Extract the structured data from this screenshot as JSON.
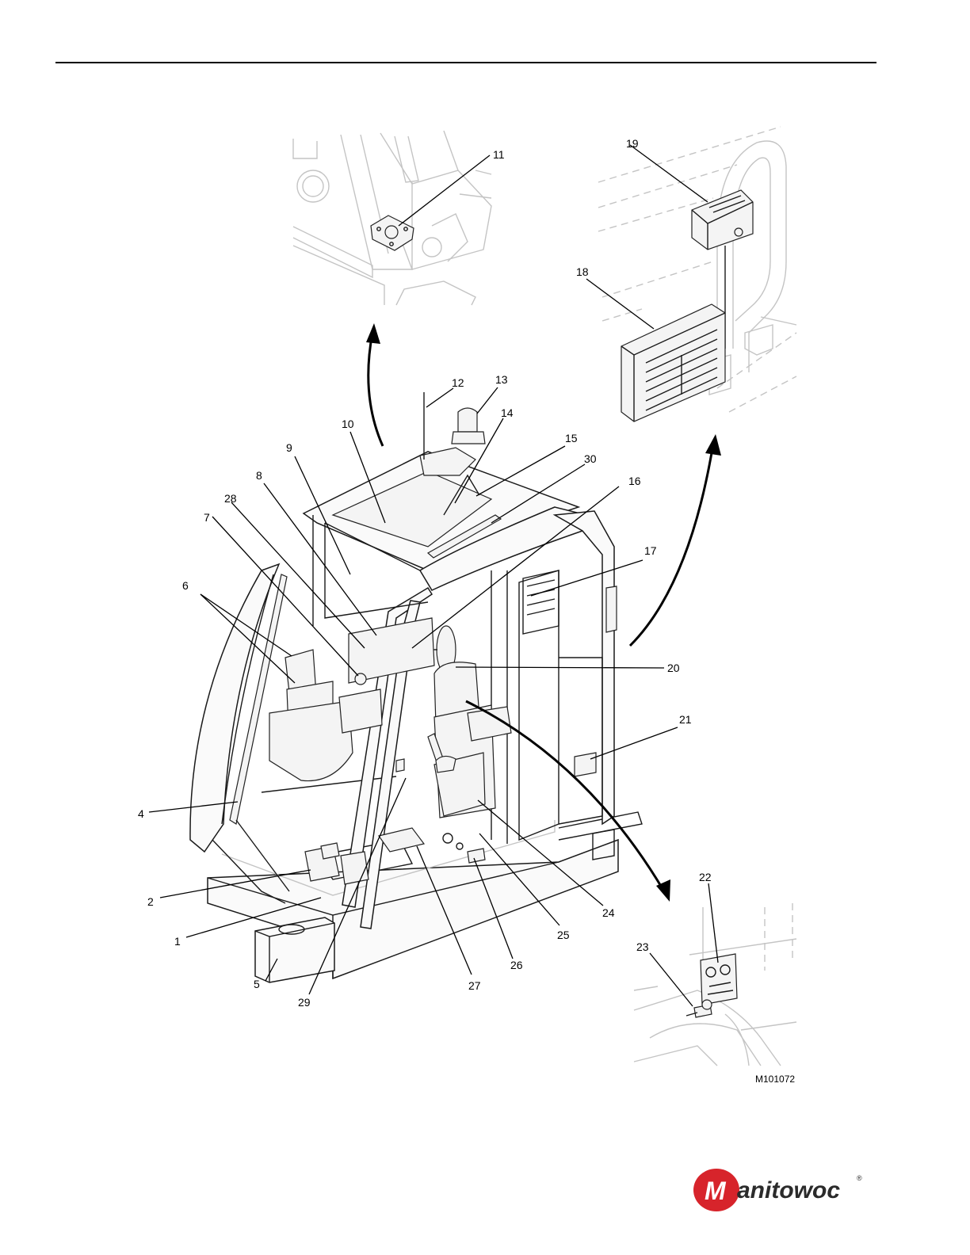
{
  "figure_id": "M101072",
  "callouts": [
    "1",
    "2",
    "4",
    "5",
    "6",
    "7",
    "8",
    "9",
    "10",
    "11",
    "12",
    "13",
    "14",
    "15",
    "16",
    "17",
    "18",
    "19",
    "20",
    "21",
    "22",
    "23",
    "24",
    "25",
    "26",
    "27",
    "28",
    "29",
    "30"
  ],
  "logo": {
    "text": "anitowoc",
    "initial": "M",
    "registered": "®",
    "brand_color": "#d7242b"
  }
}
